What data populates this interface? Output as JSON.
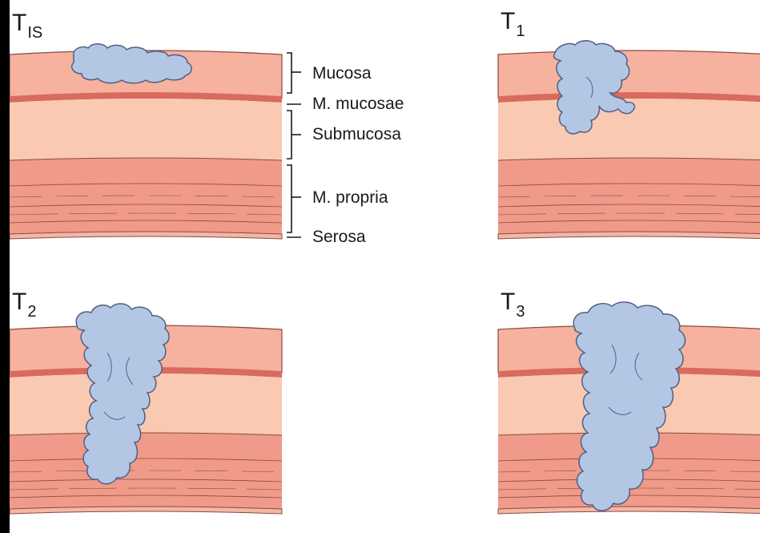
{
  "stages": [
    {
      "main": "T",
      "sub": "IS"
    },
    {
      "main": "T",
      "sub": "1"
    },
    {
      "main": "T",
      "sub": "2"
    },
    {
      "main": "T",
      "sub": "3"
    }
  ],
  "layers": [
    {
      "label": "Mucosa"
    },
    {
      "label": "M. mucosae"
    },
    {
      "label": "Submucosa"
    },
    {
      "label": "M. propria"
    },
    {
      "label": "Serosa"
    }
  ],
  "colors": {
    "mucosa": "#f6b29e",
    "muscularis_mucosae": "#d96a5e",
    "submucosa": "#f9c9b2",
    "muscularis_propria": "#f09a8a",
    "serosa": "#f4b7a6",
    "tumor": "#b3c6e4",
    "tumor_outline": "#4f5f80"
  }
}
